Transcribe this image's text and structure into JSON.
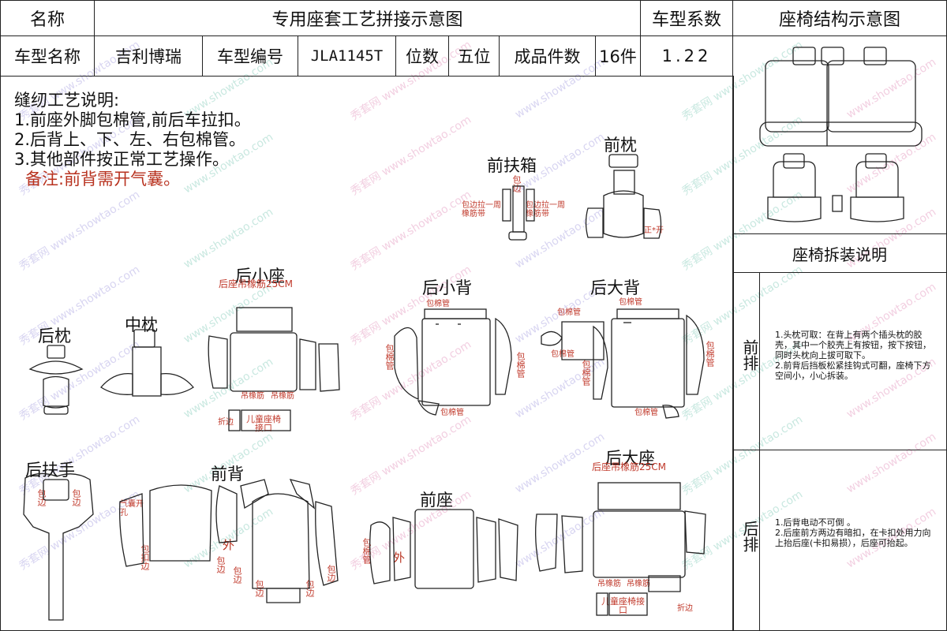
{
  "header": {
    "name_label": "名称",
    "title": "专用座套工艺拼接示意图",
    "coef_label": "车型系数",
    "structure_title": "座椅结构示意图",
    "model_name_label": "车型名称",
    "model_name": "吉利博瑞",
    "model_no_label": "车型编号",
    "model_no": "JLA1145T",
    "seats_label": "位数",
    "seats": "五位",
    "pieces_label": "成品件数",
    "pieces": "16件",
    "coef": "1.22"
  },
  "notes": {
    "heading": "缝纫工艺说明:",
    "lines": [
      "1.前座外脚包棉管,前后车拉扣。",
      "2.后背上、下、左、右包棉管。",
      "3.其他部件按正常工艺操作。"
    ],
    "remark": "备注:前背需开气囊。"
  },
  "parts": {
    "front_armrest_box": "前扶箱",
    "front_headrest": "前枕",
    "rear_small_seat": "后小座",
    "rear_small_seat_note": "后座吊橡筋25CM",
    "rear_small_back": "后小背",
    "rear_big_back": "后大背",
    "rear_headrest": "后枕",
    "middle_headrest": "中枕",
    "rear_armrest": "后扶手",
    "front_back": "前背",
    "front_seat": "前座",
    "rear_big_seat": "后大座",
    "rear_big_seat_note": "后座吊橡筋25CM"
  },
  "marks": {
    "wrap_edge": "包边",
    "wrap_band_1": "包边拉一周橡筋带",
    "wrap_band_2": "包边拉一周橡筋带",
    "airbag_open": "正*开",
    "wrap_tube": "包棉管",
    "hang_rubber": "吊橡筋",
    "child_seat_port": "儿童座椅接口",
    "fold_edge": "折边",
    "outer": "外",
    "airbag_hole": "气囊开孔",
    "buckle_edge": "包扣边"
  },
  "side": {
    "disassembly_title": "座椅拆装说明",
    "front_row_label": "前排",
    "front_row_text": "1.头枕可取：在背上有两个插头枕的胶壳，其中一个胶壳上有按钮，按下按钮，同时头枕向上拔可取下。\n2.前背后挡板松紧挂钩式可翻，座椅下方空间小，小心拆装。",
    "rear_row_label": "后排",
    "rear_row_text": "1.后背电动不可倒 。\n2.后座前方两边有暗扣，在卡扣处用力向上抬后座(卡扣易损），后座可抬起。"
  },
  "watermark": {
    "brand": "秀套网",
    "url": "www.showtao.com"
  }
}
